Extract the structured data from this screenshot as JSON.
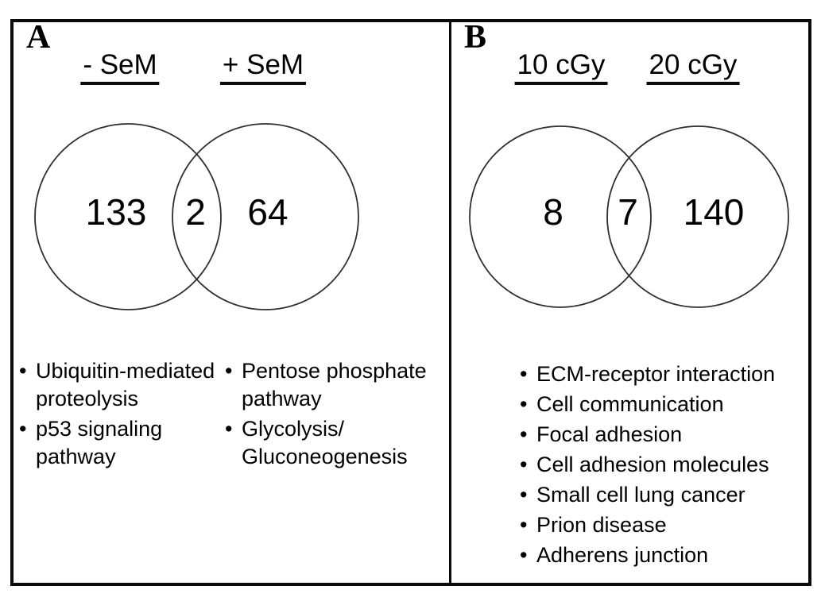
{
  "ui": {
    "bullet": "•"
  },
  "panels": [
    {
      "label": "A",
      "left_set_label": "- SeM",
      "right_set_label": "+ SeM",
      "left_count": "133",
      "overlap_count": "2",
      "right_count": "64",
      "left_pathways": [
        "Ubiquitin-mediated\nproteolysis",
        "p53 signaling\npathway"
      ],
      "right_pathways": [
        "Pentose phosphate\npathway",
        "Glycolysis/\nGluconeogenesis"
      ]
    },
    {
      "label": "B",
      "left_set_label": "10 cGy",
      "right_set_label": "20 cGy",
      "left_count": "8",
      "overlap_count": "7",
      "right_count": "140",
      "pathways": [
        "ECM-receptor interaction",
        "Cell communication",
        "Focal adhesion",
        "Cell adhesion molecules",
        "Small cell lung cancer",
        "Prion disease",
        "Adherens junction"
      ]
    }
  ]
}
